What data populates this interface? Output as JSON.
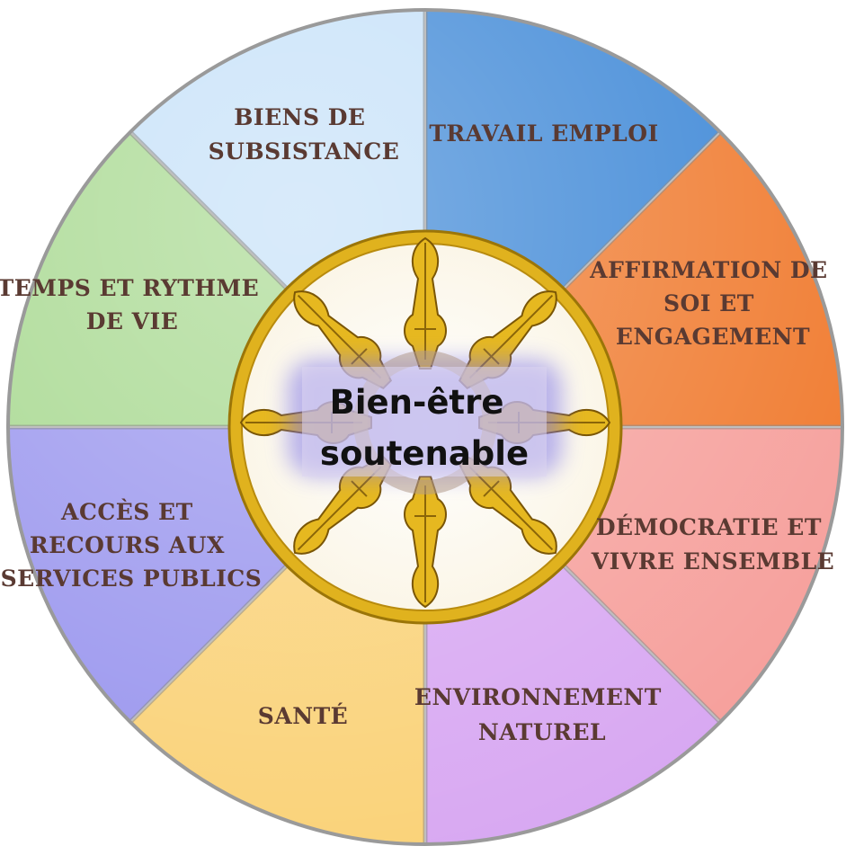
{
  "center": {
    "lines": [
      "Bien-être",
      "soutenable"
    ]
  },
  "segments": [
    {
      "lines": [
        "TRAVAIL EMPLOI"
      ],
      "color": "#3b86d6"
    },
    {
      "lines": [
        "AFFIRMATION DE",
        "SOI ET",
        "ENGAGEMENT"
      ],
      "color": "#f07a2e"
    },
    {
      "lines": [
        "DÉMOCRATIE ET",
        "VIVRE ENSEMBLE"
      ],
      "color": "#f6a09c"
    },
    {
      "lines": [
        "ENVIRONNEMENT",
        "NATUREL"
      ],
      "color": "#d8a8f2"
    },
    {
      "lines": [
        "SANTÉ"
      ],
      "color": "#fad278"
    },
    {
      "lines": [
        "ACCÈS ET",
        "RECOURS AUX",
        "SERVICES PUBLICS"
      ],
      "color": "#9a96ee"
    },
    {
      "lines": [
        "TEMPS ET RYTHME",
        "DE VIE"
      ],
      "color": "#a6d88e"
    },
    {
      "lines": [
        "BIENS DE",
        "SUBSISTANCE"
      ],
      "color": "#c4e0f8"
    }
  ],
  "colors": {
    "hub_gold": "#e6b820",
    "hub_ring": "#c89a12",
    "text": "#5a3a32"
  }
}
